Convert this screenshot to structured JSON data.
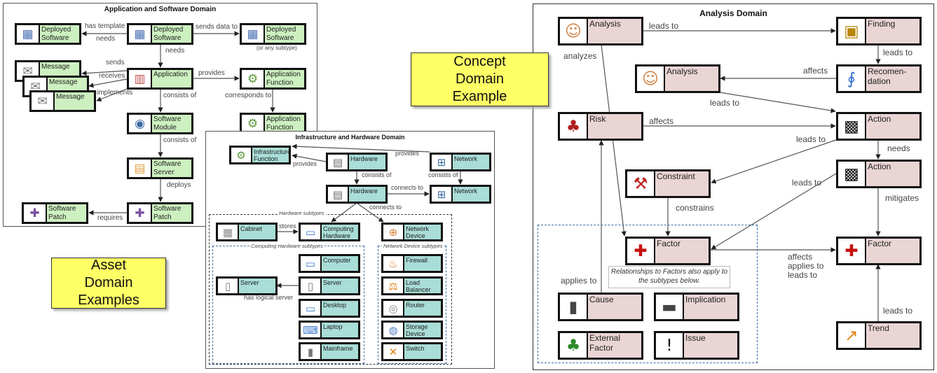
{
  "app_domain": {
    "title": "Application and Software Domain",
    "node_color": "#cdf0c0",
    "nodes": [
      {
        "label": "Deployed Software",
        "icon": "deployed-software-icon"
      },
      {
        "label": "Deployed Software",
        "icon": "deployed-software-icon"
      },
      {
        "label": "Deployed Software",
        "icon": "deployed-software-icon"
      },
      {
        "label": "Message",
        "icon": "mailbox-icon"
      },
      {
        "label": "Message",
        "icon": "mailbox-icon"
      },
      {
        "label": "Message",
        "icon": "mailbox-icon"
      },
      {
        "label": "Application",
        "icon": "application-chart-icon"
      },
      {
        "label": "Application Function",
        "icon": "application-function-icon"
      },
      {
        "label": "Software Module",
        "icon": "software-module-icon"
      },
      {
        "label": "Application Function",
        "icon": "application-function-icon"
      },
      {
        "label": "Software Server",
        "icon": "software-server-icon"
      },
      {
        "label": "Software Patch",
        "icon": "software-patch-icon"
      },
      {
        "label": "Software Patch",
        "icon": "software-patch-icon"
      }
    ],
    "edge_labels": [
      "has template",
      "needs",
      "sends data to",
      "(or any subtype)",
      "needs",
      "sends",
      "receives",
      "implements",
      "provides",
      "consists of",
      "corresponds to",
      "consists of",
      "deploys",
      "requires"
    ]
  },
  "infra_domain": {
    "title": "Infrastructure and Hardware Domain",
    "node_color": "#a9ddd7",
    "nodes": [
      {
        "label": "Infrastructure Function",
        "icon": "infrastructure-function-icon"
      },
      {
        "label": "Hardware",
        "icon": "hardware-icon"
      },
      {
        "label": "Network",
        "icon": "network-icon"
      },
      {
        "label": "Hardware",
        "icon": "hardware-icon"
      },
      {
        "label": "Network",
        "icon": "network-icon"
      },
      {
        "label": "Cabinet",
        "icon": "cabinet-icon"
      },
      {
        "label": "Computing Hardware",
        "icon": "computing-hardware-icon"
      },
      {
        "label": "Network Device",
        "icon": "network-device-icon"
      },
      {
        "label": "Computer",
        "icon": "computer-icon"
      },
      {
        "label": "Server",
        "icon": "server-icon"
      },
      {
        "label": "Desktop",
        "icon": "desktop-icon"
      },
      {
        "label": "Laptop",
        "icon": "laptop-icon"
      },
      {
        "label": "Mainframe",
        "icon": "mainframe-icon"
      },
      {
        "label": "Server",
        "icon": "server-icon"
      },
      {
        "label": "Firewall",
        "icon": "firewall-icon"
      },
      {
        "label": "Load Balancer",
        "icon": "scales-icon"
      },
      {
        "label": "Router",
        "icon": "router-icon"
      },
      {
        "label": "Storage Device",
        "icon": "storage-device-icon"
      },
      {
        "label": "Switch",
        "icon": "switch-icon"
      }
    ],
    "group_labels": [
      "Hardware subtypes",
      "Computing Hardware subtypes",
      "Network Device subtypes"
    ],
    "edge_labels": [
      "provides",
      "provides",
      "consists of",
      "consists of",
      "connects to",
      "connects to",
      "stores",
      "has logical server"
    ]
  },
  "analysis_domain": {
    "title": "Analysis Domain",
    "node_color": "#ead5d5",
    "nodes": [
      {
        "label": "Analysis",
        "icon": "thinking-person-icon"
      },
      {
        "label": "Finding",
        "icon": "treasure-chest-icon"
      },
      {
        "label": "Analysis",
        "icon": "thinking-person-icon"
      },
      {
        "label": "Recomen-dation",
        "icon": "stethoscope-icon"
      },
      {
        "label": "Risk",
        "icon": "alarm-bell-icon"
      },
      {
        "label": "Action",
        "icon": "clapperboard-icon"
      },
      {
        "label": "Constraint",
        "icon": "vise-icon"
      },
      {
        "label": "Action",
        "icon": "clapperboard-icon"
      },
      {
        "label": "Factor",
        "icon": "puzzle-piece-icon"
      },
      {
        "label": "Factor",
        "icon": "puzzle-piece-icon"
      },
      {
        "label": "Cause",
        "icon": "dominoes-icon"
      },
      {
        "label": "Implication",
        "icon": "stacked-blocks-icon"
      },
      {
        "label": "External Factor",
        "icon": "trees-puzzle-icon"
      },
      {
        "label": "Issue",
        "icon": "exclamation-note-icon"
      },
      {
        "label": "Trend",
        "icon": "trend-chart-icon"
      }
    ],
    "note": "Relationships to Factors also apply to the subtypes below.",
    "edge_labels": [
      "leads to",
      "analyzes",
      "leads to",
      "affects",
      "leads to",
      "affects",
      "leads to",
      "needs",
      "leads to",
      "mitigates",
      "constrains",
      "affects\napplies to\nleads to",
      "applies to",
      "leads to"
    ]
  },
  "callouts": {
    "concept": "Concept Domain Example",
    "asset": "Asset Domain Examples",
    "color": "#ffff66"
  }
}
